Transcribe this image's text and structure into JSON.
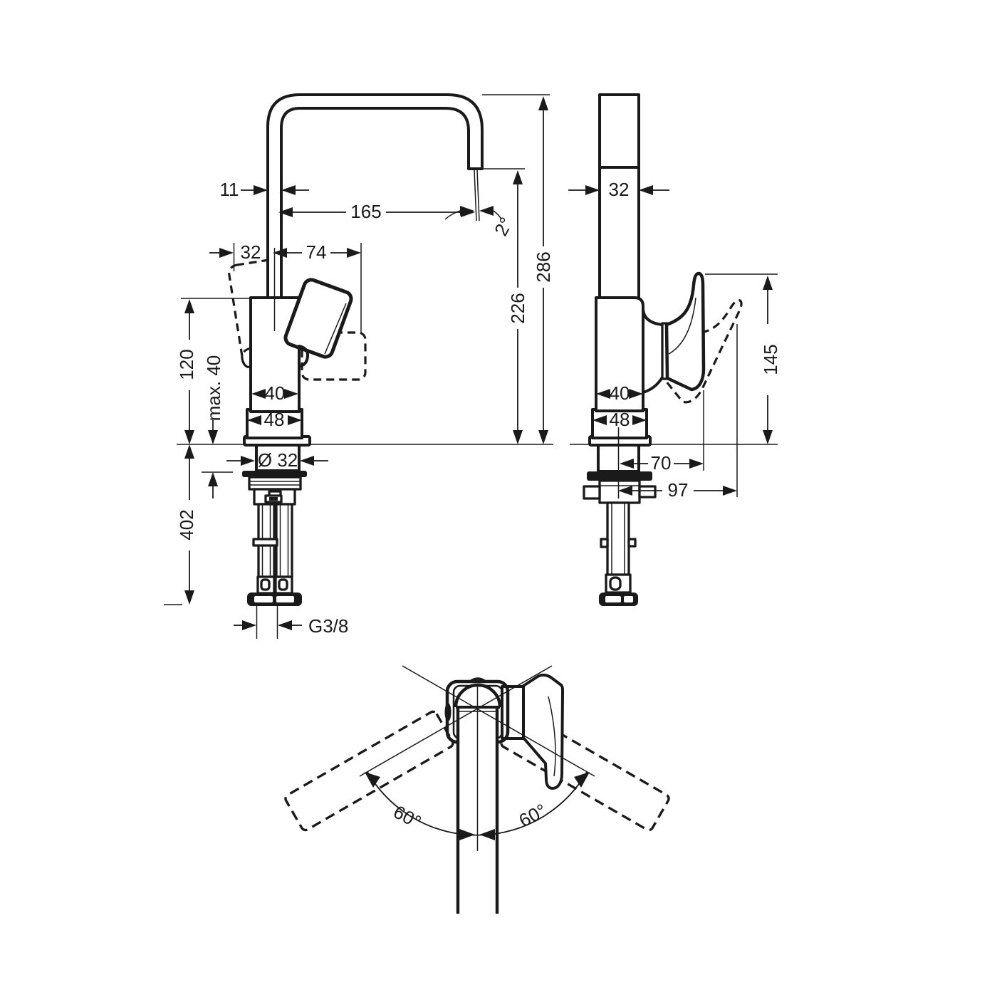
{
  "drawing": {
    "background": "#ffffff",
    "line_color": "#1a1a1a",
    "type": "faucet technical dimension drawing"
  },
  "views": {
    "front": {
      "dims": {
        "pipe_width": "11",
        "reach": "165",
        "angle": "2°",
        "handle_left": "32",
        "handle_right": "74",
        "height_total": "286",
        "height_outlet": "226",
        "height_body": "120",
        "mount_max": "max. 40",
        "width_top": "40",
        "width_base": "48",
        "shank": "Ø 32",
        "under_counter": "402",
        "thread": "G3/8"
      }
    },
    "side": {
      "dims": {
        "depth": "32",
        "handle_height": "145",
        "depth_top": "40",
        "depth_base": "48",
        "handle_proj": "70",
        "handle_proj_max": "97"
      }
    },
    "top": {
      "dims": {
        "swivel_left": "60°",
        "swivel_right": "60°"
      }
    }
  }
}
